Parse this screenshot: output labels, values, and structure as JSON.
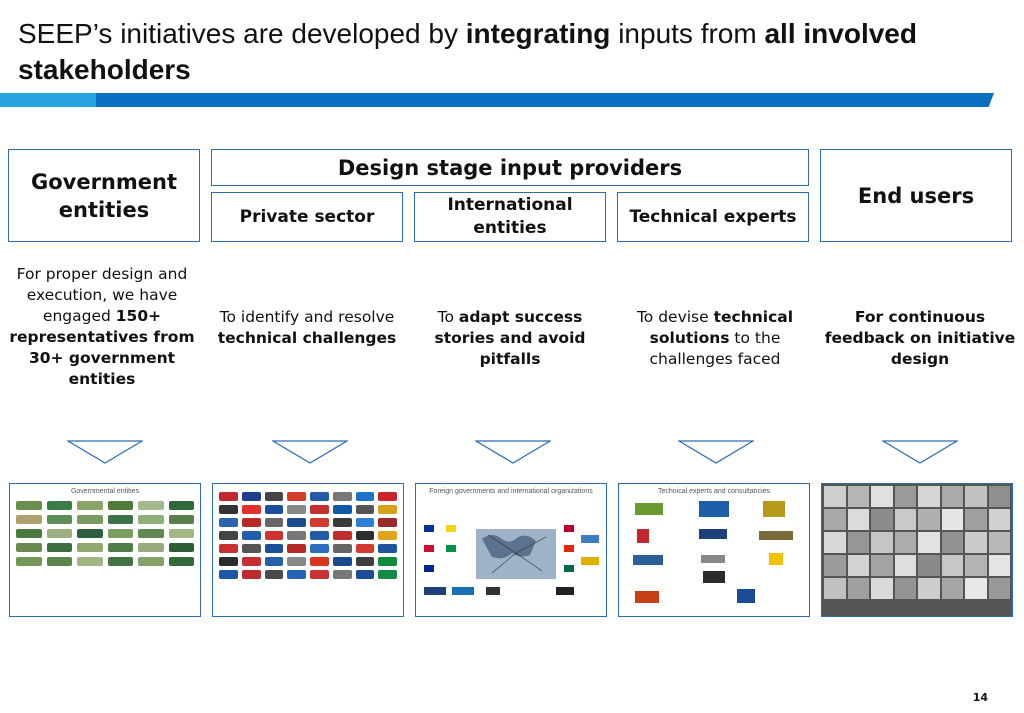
{
  "title": {
    "part1": "SEEP’s initiatives are developed by ",
    "bold1": "integrating",
    "part2": " inputs from ",
    "bold2": "all involved stakeholders"
  },
  "headers": {
    "government": "Government entities",
    "design_stage": "Design stage input providers",
    "end_users": "End users",
    "private_sector": "Private sector",
    "international": "International entities",
    "technical": "Technical experts"
  },
  "descriptions": {
    "government": {
      "t1": "For proper design and execution, we have engaged ",
      "b1": "150+ representatives from 30+ government entities"
    },
    "private": {
      "t1": "To identify and resolve ",
      "b1": "technical challenges"
    },
    "international": {
      "t1": "To ",
      "b1": "adapt success stories and avoid pitfalls"
    },
    "technical": {
      "t1": "To devise ",
      "b1": "technical solutions",
      "t2": " to the challenges faced"
    },
    "end_users": {
      "b1": "For continuous feedback on initiative design"
    }
  },
  "panels": {
    "government_title": "Governmental entities",
    "international_title": "Foreign governments and international organizations",
    "technical_title": "Technical experts and consultancies"
  },
  "page_number": "14",
  "colors": {
    "band_light": "#29a3e0",
    "band_dark": "#0a6fc2",
    "box_border": "#2b6cb5"
  }
}
